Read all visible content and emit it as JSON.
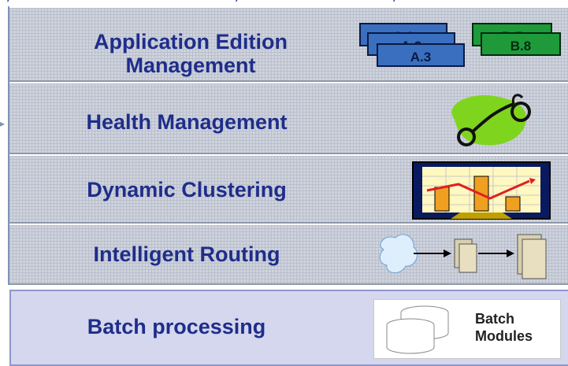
{
  "layers": [
    {
      "title": "Application Edition Management",
      "icon": "editions-icon",
      "cards": [
        "A.1",
        "A.2",
        "A.3",
        "B.7",
        "B.8"
      ]
    },
    {
      "title": "Health Management",
      "icon": "stethoscope-icon"
    },
    {
      "title": "Dynamic Clustering",
      "icon": "chart-monitor-icon"
    },
    {
      "title": "Intelligent Routing",
      "icon": "routing-icon"
    }
  ],
  "batch": {
    "title": "Batch processing",
    "icon": "batch-modules-icon",
    "label_line1": "Batch",
    "label_line2": "Modules"
  },
  "colors": {
    "title": "#1f2d8a",
    "layer_bg": "#cfd3dd",
    "batch_bg": "#d4d7ee",
    "card_blue": "#3a6fc0",
    "card_green": "#1e9a3a"
  }
}
